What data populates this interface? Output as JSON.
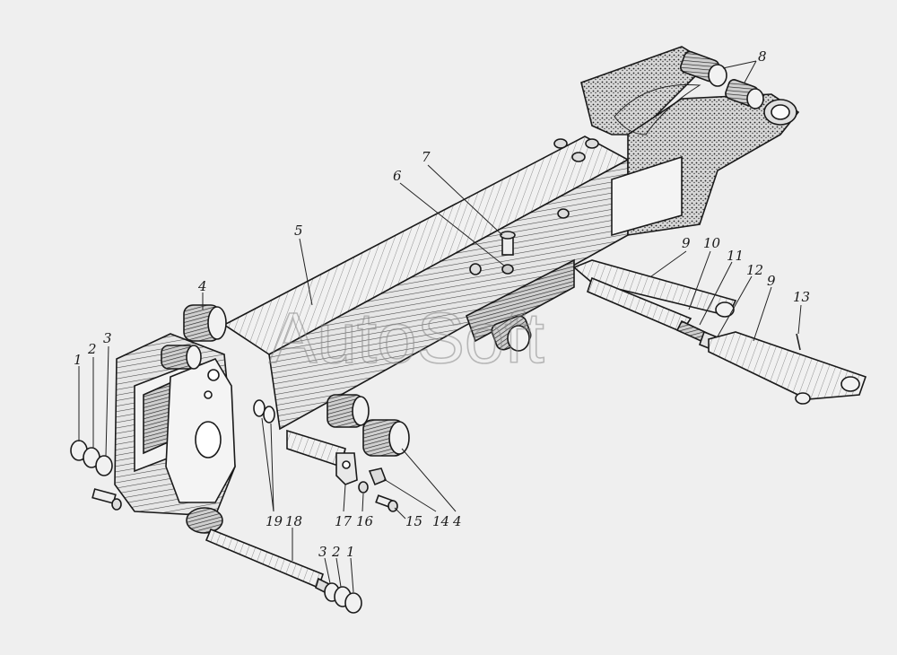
{
  "watermark": "AutoSoft",
  "callouts": [
    {
      "id": "c1a",
      "text": "1"
    },
    {
      "id": "c2a",
      "text": "2"
    },
    {
      "id": "c3a",
      "text": "3"
    },
    {
      "id": "c4a",
      "text": "4"
    },
    {
      "id": "c5",
      "text": "5"
    },
    {
      "id": "c6",
      "text": "6"
    },
    {
      "id": "c7",
      "text": "7"
    },
    {
      "id": "c8",
      "text": "8"
    },
    {
      "id": "c9a",
      "text": "9"
    },
    {
      "id": "c10",
      "text": "10"
    },
    {
      "id": "c11",
      "text": "11"
    },
    {
      "id": "c12",
      "text": "12"
    },
    {
      "id": "c9b",
      "text": "9"
    },
    {
      "id": "c13",
      "text": "13"
    },
    {
      "id": "c19",
      "text": "19"
    },
    {
      "id": "c18",
      "text": "18"
    },
    {
      "id": "c17",
      "text": "17"
    },
    {
      "id": "c16",
      "text": "16"
    },
    {
      "id": "c15",
      "text": "15"
    },
    {
      "id": "c14",
      "text": "14"
    },
    {
      "id": "c4b",
      "text": "4"
    },
    {
      "id": "c3b",
      "text": "3"
    },
    {
      "id": "c2b",
      "text": "2"
    },
    {
      "id": "c1b",
      "text": "1"
    }
  ]
}
